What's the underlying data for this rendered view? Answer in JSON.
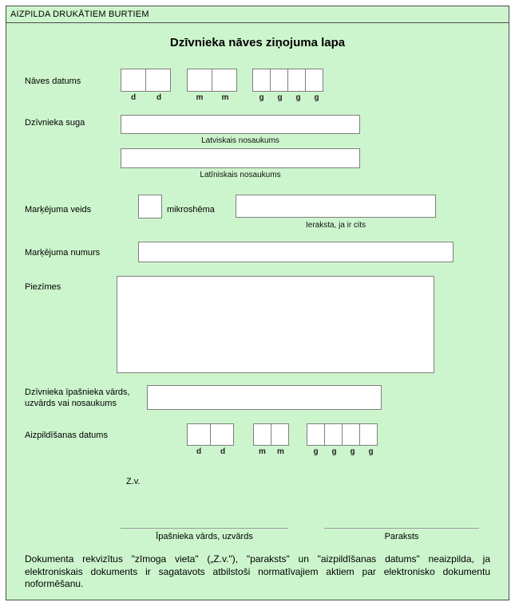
{
  "header": {
    "note": "AIZPILDA DRUKĀTIEM BURTIEM"
  },
  "title": "Dzīvnieka nāves ziņojuma lapa",
  "death_date": {
    "label": "Nāves datums",
    "day_letters": [
      "d",
      "d"
    ],
    "month_letters": [
      "m",
      "m"
    ],
    "year_letters": [
      "g",
      "g",
      "g",
      "g"
    ]
  },
  "species": {
    "label": "Dzīvnieka suga",
    "latvian_caption": "Latviskais nosaukums",
    "latin_caption": "Latīniskais nosaukums",
    "latvian_value": "",
    "latin_value": ""
  },
  "marking_type": {
    "label": "Marķējuma veids",
    "checkbox_label": "mikroshēma",
    "other_caption": "Ieraksta, ja ir cits",
    "other_value": ""
  },
  "marking_number": {
    "label": "Marķējuma numurs",
    "value": ""
  },
  "notes": {
    "label": "Piezīmes",
    "value": ""
  },
  "owner": {
    "label": "Dzīvnieka īpašnieka vārds,\nuzvārds vai nosaukums",
    "value": ""
  },
  "fill_date": {
    "label": "Aizpildīšanas datums",
    "day_letters": [
      "d",
      "d"
    ],
    "month_letters": [
      "m",
      "m"
    ],
    "year_letters": [
      "g",
      "g",
      "g",
      "g"
    ]
  },
  "stamp": {
    "label": "Z.v."
  },
  "signatures": {
    "owner_name_label": "Īpašnieka vārds, uzvārds",
    "signature_label": "Paraksts"
  },
  "footer": {
    "text": "Dokumenta rekvizītus \"zīmoga vieta\" („Z.v.\"), \"paraksts\" un \"aizpildīšanas datums\" neaizpilda, ja elektroniskais dokuments ir sagatavots atbilstoši normatīvajiem aktiem par elektronisko dokumentu noformēšanu."
  },
  "colors": {
    "background": "#cdf5cd",
    "outer_border": "#4a4a4a",
    "field_border": "#7f7f7f"
  }
}
